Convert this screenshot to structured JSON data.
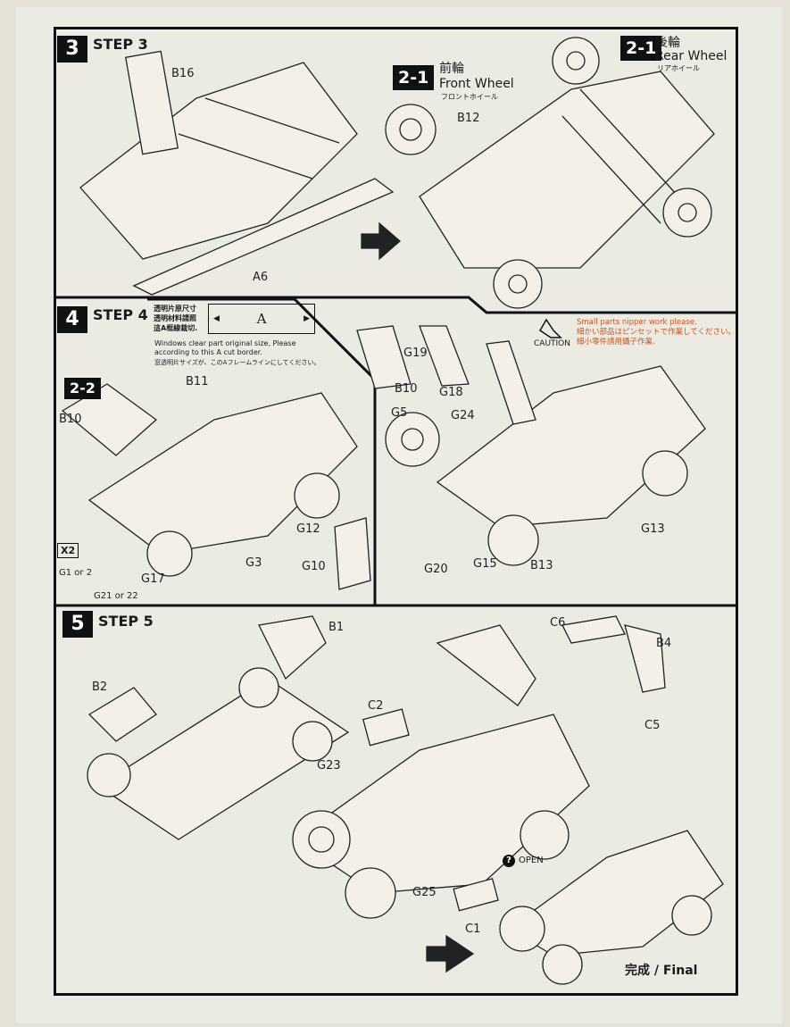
{
  "step3": {
    "number": "3",
    "title": "STEP 3",
    "parts": [
      "B16",
      "A6",
      "B12"
    ],
    "front_wheel": {
      "badge": "2-1",
      "jp": "前輪",
      "en": "Front Wheel",
      "kana": "フロントホイール"
    },
    "rear_wheel": {
      "badge": "2-1",
      "jp": "後輪",
      "en": "Rear Wheel",
      "kana": "リアホイール"
    }
  },
  "step4": {
    "number": "4",
    "title": "STEP 4",
    "sub_badge": "2-2",
    "clear_note": {
      "zh1": "透明片原尺寸",
      "zh2": "透明材料請照",
      "zh3": "這A框線裁切.",
      "frame_label": "A",
      "en": "Windows clear part original  size, Please according to this A cut border.",
      "jp": "窓透明片サイズが、このAフレームラインにしてください。"
    },
    "caution": {
      "label": "CAUTION",
      "en": "Small parts nipper work please.",
      "jp": "細かい部品はピンセットで作業してください。",
      "zh": "細小零件請用鑷子作業."
    },
    "multiplier": "X2",
    "parts": {
      "b11": "B11",
      "b10_left": "B10",
      "g3": "G3",
      "g12": "G12",
      "g10": "G10",
      "g17": "G17",
      "g1or2": "G1 or 2",
      "g21or22": "G21 or 22",
      "b10_right": "B10",
      "g19": "G19",
      "g18": "G18",
      "g5": "G5",
      "g24": "G24",
      "g20": "G20",
      "g15": "G15",
      "b13": "B13",
      "g13": "G13"
    }
  },
  "step5": {
    "number": "5",
    "title": "STEP 5",
    "parts": {
      "b1": "B1",
      "b2": "B2",
      "c2": "C2",
      "c6": "C6",
      "b4": "B4",
      "c5": "C5",
      "g23": "G23",
      "g25": "G25",
      "c1": "C1"
    },
    "open_label": "OPEN",
    "final_label": "完成 / Final"
  },
  "colors": {
    "paper": "#ecebe3",
    "ink": "#111111",
    "caution": "#d2541c"
  }
}
